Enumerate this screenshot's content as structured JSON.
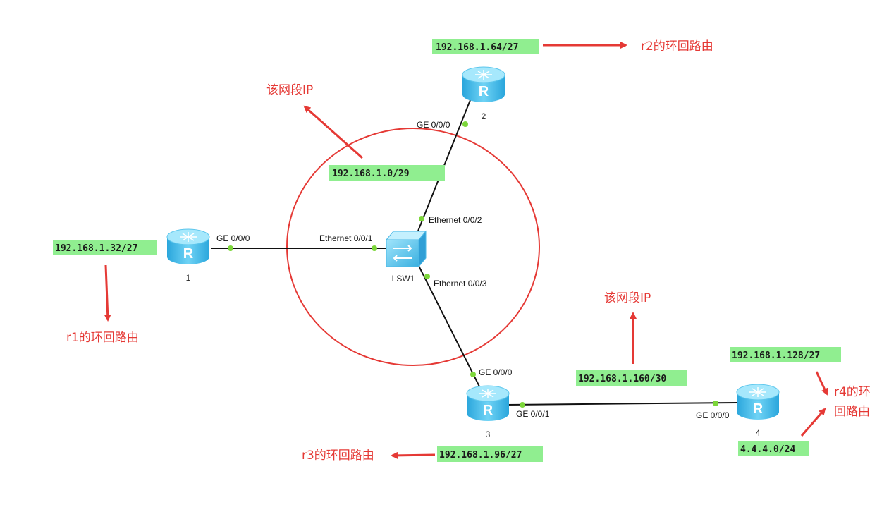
{
  "colors": {
    "link": "#111111",
    "port_dot": "#7cd63a",
    "ip_box": "#90ee90",
    "annotation": "#e53935",
    "router_body": "#3fb6e6",
    "router_top": "#8fe0fa"
  },
  "devices": {
    "r1": {
      "label": "1",
      "icon": "router-icon",
      "letter": "R"
    },
    "r2": {
      "label": "2",
      "icon": "router-icon",
      "letter": "R"
    },
    "r3": {
      "label": "3",
      "icon": "router-icon",
      "letter": "R"
    },
    "r4": {
      "label": "4",
      "icon": "router-icon",
      "letter": "R"
    },
    "lsw1": {
      "label": "LSW1",
      "icon": "switch-icon"
    }
  },
  "ports": {
    "r1_ge000": "GE 0/0/0",
    "lsw1_e001": "Ethernet 0/0/1",
    "lsw1_e002": "Ethernet 0/0/2",
    "lsw1_e003": "Ethernet 0/0/3",
    "r2_ge000": "GE 0/0/0",
    "r3_ge000": "GE 0/0/0",
    "r3_ge001": "GE 0/0/1",
    "r4_ge000": "GE 0/0/0"
  },
  "ip_labels": {
    "r2_loop": "192.168.1.64/27",
    "segment_lan": "192.168.1.0/29",
    "r1_loop": "192.168.1.32/27",
    "segment_p2p": "192.168.1.160/30",
    "r4_loop": "192.168.1.128/27",
    "r4_loop2": "4.4.4.0/24",
    "r3_loop": "192.168.1.96/27"
  },
  "annotations": {
    "r2_loop": "r2的环回路由",
    "segment_lan": "该网段IP",
    "r1_loop": "r1的环回路由",
    "segment_p2p": "该网段IP",
    "r4_loop_line1": "r4的环",
    "r4_loop_line2": "回路由",
    "r3_loop": "r3的环回路由"
  }
}
